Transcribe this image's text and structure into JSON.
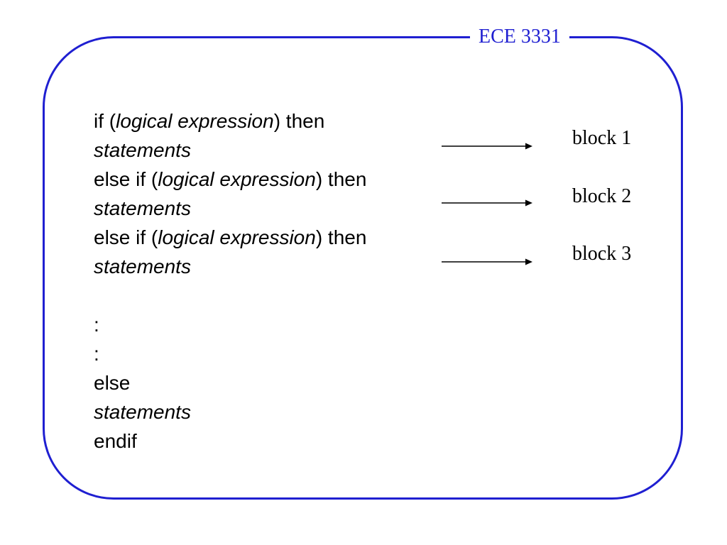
{
  "course_code": "ECE 3331",
  "lines": [
    {
      "pre": "if (",
      "em": "logical expression",
      "post": ") then"
    },
    {
      "pre": "",
      "em": "statements",
      "post": ""
    },
    {
      "pre": "else if (",
      "em": "logical expression",
      "post": ") then"
    },
    {
      "pre": "",
      "em": "statements",
      "post": ""
    },
    {
      "pre": "else if (",
      "em": "logical expression",
      "post": ") then"
    },
    {
      "pre": "",
      "em": "statements",
      "post": ""
    },
    {
      "pre": "",
      "em": "",
      "post": ""
    },
    {
      "pre": ":",
      "em": "",
      "post": ""
    },
    {
      "pre": ":",
      "em": "",
      "post": ""
    },
    {
      "pre": "else",
      "em": "",
      "post": ""
    },
    {
      "pre": "",
      "em": "statements",
      "post": ""
    },
    {
      "pre": "endif",
      "em": "",
      "post": ""
    }
  ],
  "blocks": [
    {
      "label": "block 1"
    },
    {
      "label": "block 2"
    },
    {
      "label": "block 3"
    }
  ],
  "colors": {
    "frame": "#1f1fd1",
    "text": "#000000"
  }
}
